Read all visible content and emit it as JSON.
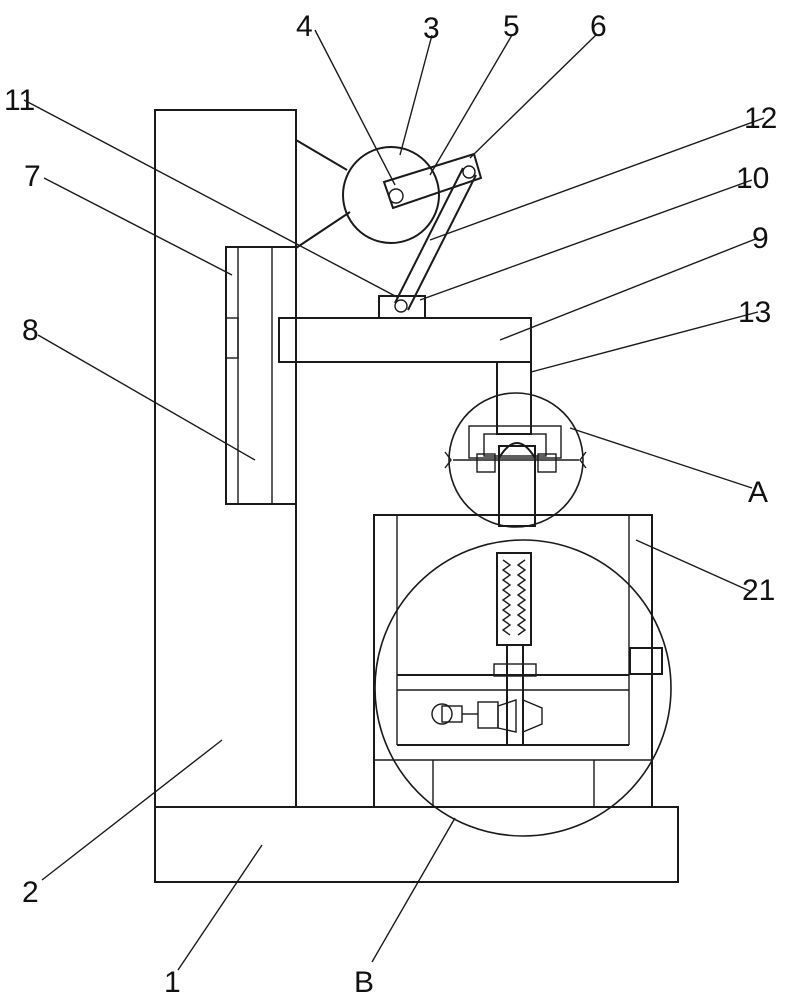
{
  "figure": {
    "labels": [
      "1",
      "2",
      "3",
      "4",
      "5",
      "6",
      "7",
      "8",
      "9",
      "10",
      "11",
      "12",
      "13",
      "21",
      "A",
      "B"
    ],
    "detail_callouts": [
      "A",
      "B"
    ]
  },
  "colors": {
    "line": "#1a1a1a",
    "background": "#ffffff"
  }
}
